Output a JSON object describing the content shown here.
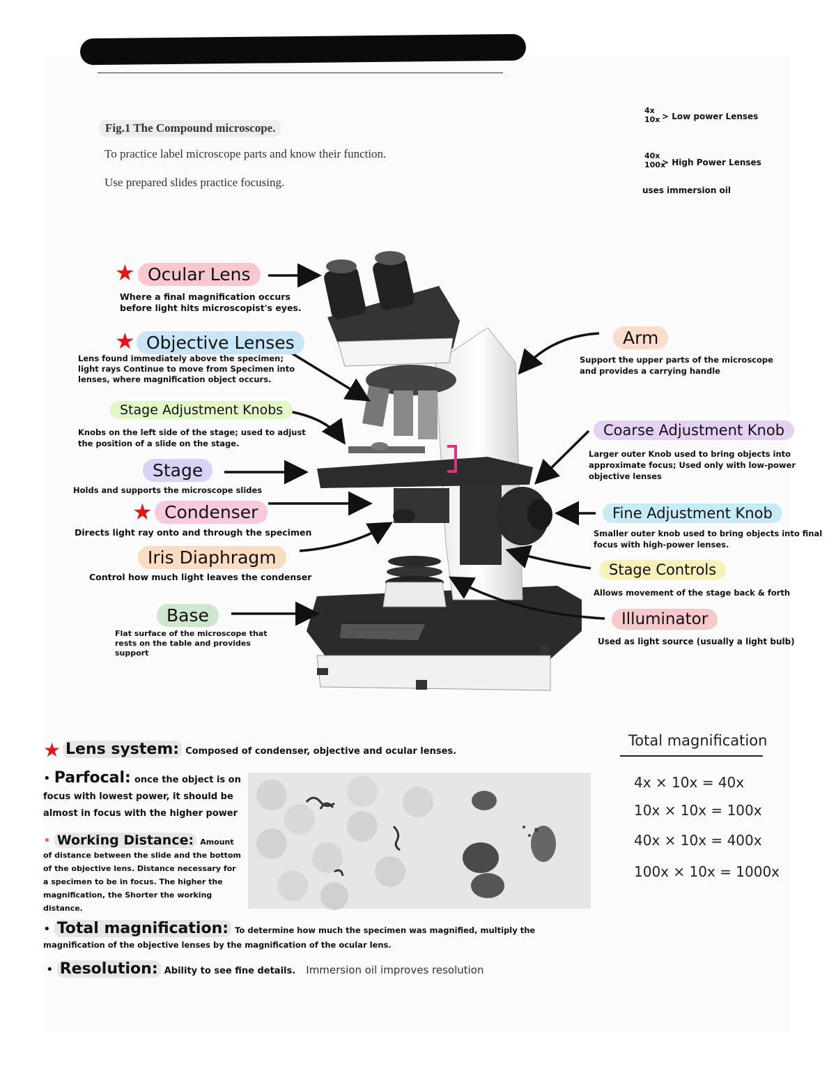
{
  "header": {
    "fig_title": "Fig.1 The Compound microscope.",
    "line1": "To practice label microscope parts and know their function.",
    "line2": "Use prepared slides practice focusing."
  },
  "corner_notes": {
    "low_a": "4x",
    "low_b": "10x",
    "low_label": "Low power Lenses",
    "high_a": "40x",
    "high_b": "100x",
    "high_label": "High Power Lenses",
    "oil_note": "uses immersion oil"
  },
  "labels": {
    "ocular": {
      "title": "Ocular Lens",
      "desc": "Where a final magnification occurs before light hits microscopist's eyes.",
      "color": "#f7c9cf"
    },
    "objective": {
      "title": "Objective Lenses",
      "desc": "Lens found immediately above the specimen; light rays Continue to move from Specimen into lenses, where magnification object occurs.",
      "color": "#c7e6f7"
    },
    "stage_adj": {
      "title": "Stage Adjustment Knobs",
      "desc": "Knobs on the left side of the stage; used to adjust the position of a slide on the stage.",
      "color": "#e3f6c6"
    },
    "stage": {
      "title": "Stage",
      "desc": "Holds and supports the microscope slides",
      "color": "#d7d3f5"
    },
    "condenser": {
      "title": "Condenser",
      "desc": "Directs light ray onto and through the specimen",
      "color": "#f7c9de"
    },
    "iris": {
      "title": "Iris Diaphragm",
      "desc": "Control how much light leaves the condenser",
      "color": "#f9dcc1"
    },
    "base": {
      "title": "Base",
      "desc": "Flat surface of the microscope that rests on the table and provides support",
      "color": "#cfe6cf"
    },
    "arm": {
      "title": "Arm",
      "desc": "Support the upper parts of the microscope and provides a carrying handle",
      "color": "#f9dcc9"
    },
    "coarse": {
      "title": "Coarse Adjustment Knob",
      "desc": "Larger outer Knob used to bring objects into approximate focus; Used only with low-power objective lenses",
      "color": "#e4d2f3"
    },
    "fine": {
      "title": "Fine Adjustment Knob",
      "desc": "Smaller outer knob used to bring objects into final focus with high-power lenses.",
      "color": "#c7eaf7"
    },
    "stage_ctrl": {
      "title": "Stage Controls",
      "desc": "Allows movement of the stage back & forth",
      "color": "#f7f1b9"
    },
    "illuminator": {
      "title": "Illuminator",
      "desc": "Used as light source (usually a light bulb)",
      "color": "#f7c9cc"
    }
  },
  "notes": {
    "lens_system_term": "Lens system:",
    "lens_system_text": "Composed of condenser, objective and ocular lenses.",
    "parfocal_term": "Parfocal:",
    "parfocal_text": "once the object is on focus with lowest power, it should be almost in focus with the higher power",
    "working_term": "Working Distance:",
    "working_text": "Amount of distance between the slide and the bottom of the objective lens. Distance necessary for a specimen to be in focus. The higher the magnification, the Shorter the working distance.",
    "total_term": "Total magnification:",
    "total_text": "To determine how much the specimen was magnified, multiply the magnification of the objective lenses by the magnification of the ocular lens.",
    "resolution_term": "Resolution:",
    "resolution_text": "Ability to see fine details.",
    "resolution_extra": "Immersion oil improves resolution"
  },
  "magnification": {
    "title": "Total magnification",
    "rows": [
      {
        "a": "4x",
        "b": "10x",
        "result": "40x"
      },
      {
        "a": "10x",
        "b": "10x",
        "result": "100x"
      },
      {
        "a": "40x",
        "b": "10x",
        "result": "400x"
      },
      {
        "a": "100x",
        "b": "10x",
        "result": "1000x"
      }
    ]
  },
  "colors": {
    "star": "#e01818",
    "bracket": "#e0307f",
    "bullet_pink": "#e84fa7"
  }
}
